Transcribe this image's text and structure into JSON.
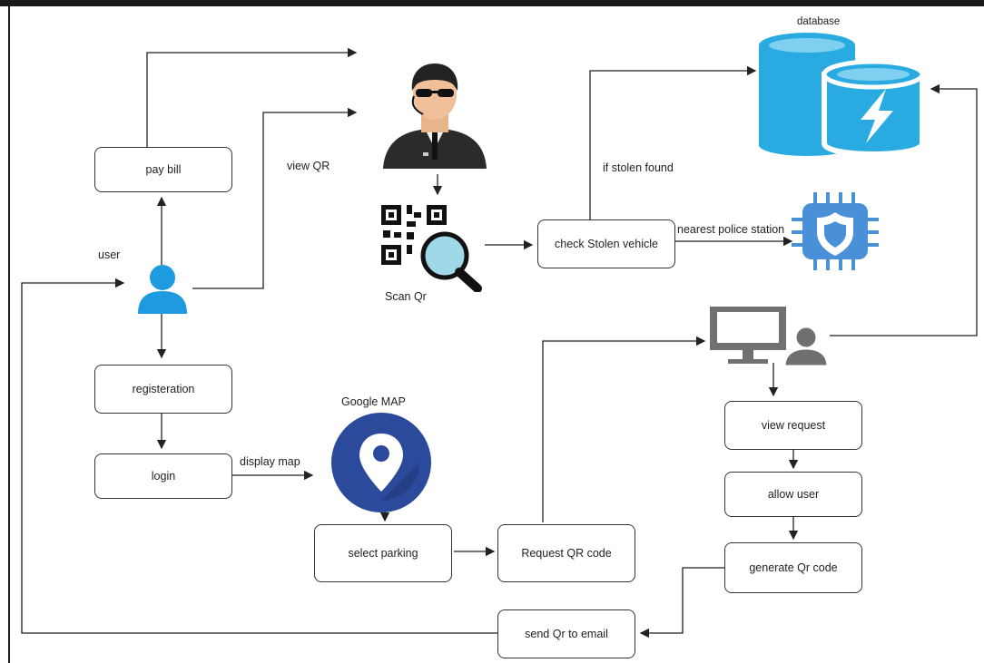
{
  "nodes": {
    "pay_bill": "pay bill",
    "registration": "registeration",
    "login": "login",
    "select_parking": "select parking",
    "request_qr": "Request QR code",
    "check_stolen": "check Stolen vehicle",
    "view_request": "view request",
    "allow_user": "allow user",
    "generate_qr": "generate Qr code",
    "send_qr": "send Qr to email"
  },
  "labels": {
    "user": "user",
    "view_qr": "view QR",
    "scan_qr": "Scan Qr",
    "database": "database",
    "if_stolen": "if stolen found",
    "nearest_police": "nearest police station",
    "google_map": "Google MAP",
    "display_map": "display map"
  },
  "icons": {
    "user": "user-icon",
    "security": "security-guard-icon",
    "qr": "qr-scan-icon",
    "database": "database-icon",
    "police": "police-chip-icon",
    "admin": "admin-computer-icon",
    "map": "map-pin-icon"
  },
  "colors": {
    "user_blue": "#1E9BE0",
    "db_blue": "#29ABE2",
    "chip_blue": "#4A90D9",
    "map_navy": "#2B4A9B",
    "admin_gray": "#707070"
  }
}
